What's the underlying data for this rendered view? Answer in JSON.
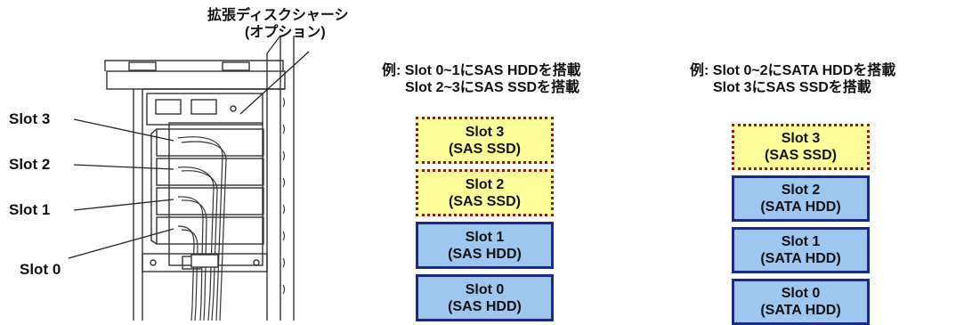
{
  "callout": {
    "line1": "拡張ディスクシャーシ",
    "line2": "(オプション)"
  },
  "slot_labels": [
    "Slot 3",
    "Slot 2",
    "Slot 1",
    "Slot 0"
  ],
  "examples": [
    {
      "line1": "例:  Slot 0~1にSAS HDDを搭載",
      "line2": "Slot 2~3にSAS SSDを搭載",
      "boxes": [
        {
          "l1": "Slot 3",
          "l2": "(SAS SSD)",
          "kind": "ssd"
        },
        {
          "l1": "Slot 2",
          "l2": "(SAS SSD)",
          "kind": "ssd"
        },
        {
          "l1": "Slot 1",
          "l2": "(SAS HDD)",
          "kind": "hdd"
        },
        {
          "l1": "Slot 0",
          "l2": "(SAS HDD)",
          "kind": "hdd"
        }
      ]
    },
    {
      "line1": "例:  Slot 0~2にSATA HDDを搭載",
      "line2": "Slot 3にSAS SSDを搭載",
      "boxes": [
        {
          "l1": "Slot 3",
          "l2": "(SAS SSD)",
          "kind": "ssd"
        },
        {
          "l1": "Slot 2",
          "l2": "(SATA HDD)",
          "kind": "hdd"
        },
        {
          "l1": "Slot 1",
          "l2": "(SATA HDD)",
          "kind": "hdd"
        },
        {
          "l1": "Slot 0",
          "l2": "(SATA HDD)",
          "kind": "hdd"
        }
      ]
    }
  ],
  "colors": {
    "ssd_fill": "#ffff99",
    "ssd_border": "#8b1a1a",
    "hdd_fill": "#9ec7ef",
    "hdd_border": "#1a2a8a"
  }
}
